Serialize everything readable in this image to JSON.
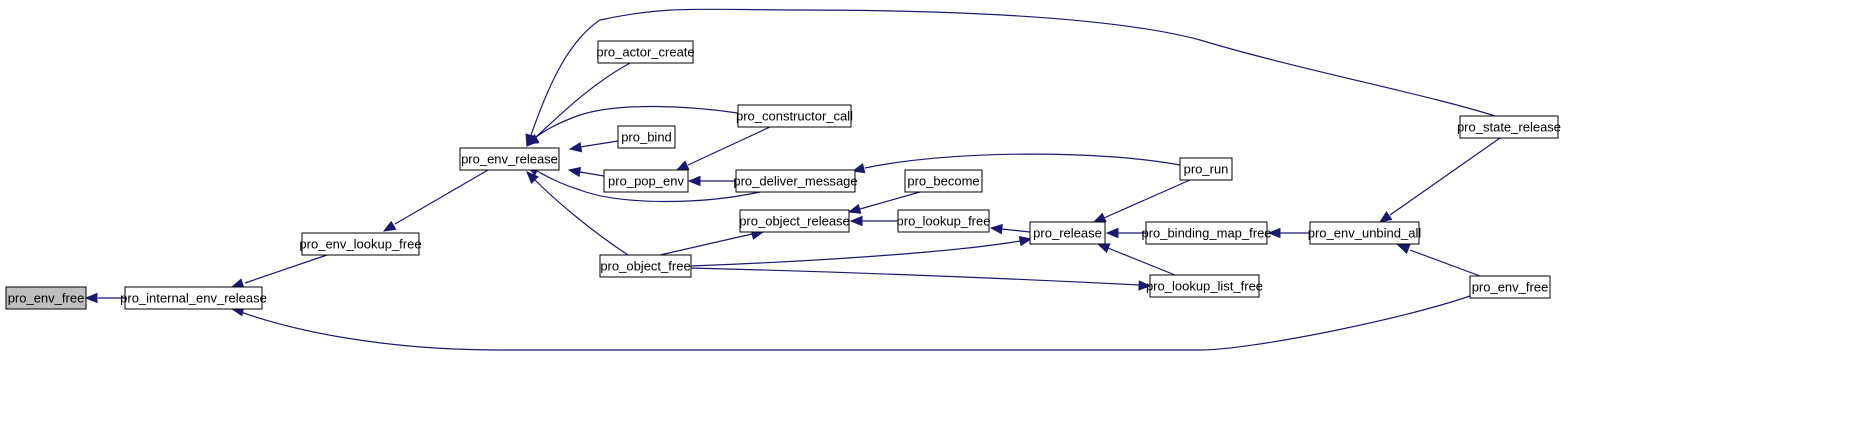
{
  "colors": {
    "edge": "#191970",
    "node_fill": "#ffffff",
    "node_fill_highlight": "#bfbfbf",
    "node_border": "#000000"
  },
  "nodes": [
    {
      "id": "pro_env_free_root",
      "label": "pro_env_free",
      "highlight": true
    },
    {
      "id": "pro_internal_env_release",
      "label": "pro_internal_env_release"
    },
    {
      "id": "pro_env_lookup_free",
      "label": "pro_env_lookup_free"
    },
    {
      "id": "pro_env_release",
      "label": "pro_env_release"
    },
    {
      "id": "pro_actor_create",
      "label": "pro_actor_create"
    },
    {
      "id": "pro_constructor_call",
      "label": "pro_constructor_call"
    },
    {
      "id": "pro_bind",
      "label": "pro_bind"
    },
    {
      "id": "pro_pop_env",
      "label": "pro_pop_env"
    },
    {
      "id": "pro_deliver_message",
      "label": "pro_deliver_message"
    },
    {
      "id": "pro_become",
      "label": "pro_become"
    },
    {
      "id": "pro_object_release",
      "label": "pro_object_release"
    },
    {
      "id": "pro_lookup_free",
      "label": "pro_lookup_free"
    },
    {
      "id": "pro_object_free",
      "label": "pro_object_free"
    },
    {
      "id": "pro_run",
      "label": "pro_run"
    },
    {
      "id": "pro_release",
      "label": "pro_release"
    },
    {
      "id": "pro_binding_map_free",
      "label": "pro_binding_map_free"
    },
    {
      "id": "pro_lookup_list_free",
      "label": "pro_lookup_list_free"
    },
    {
      "id": "pro_env_unbind_all",
      "label": "pro_env_unbind_all"
    },
    {
      "id": "pro_state_release",
      "label": "pro_state_release"
    },
    {
      "id": "pro_env_free_right",
      "label": "pro_env_free"
    }
  ],
  "edges": [
    {
      "from": "pro_internal_env_release",
      "to": "pro_env_free_root"
    },
    {
      "from": "pro_env_lookup_free",
      "to": "pro_internal_env_release"
    },
    {
      "from": "pro_env_free_right",
      "to": "pro_internal_env_release"
    },
    {
      "from": "pro_env_release",
      "to": "pro_env_lookup_free"
    },
    {
      "from": "pro_actor_create",
      "to": "pro_env_release"
    },
    {
      "from": "pro_constructor_call",
      "to": "pro_env_release"
    },
    {
      "from": "pro_bind",
      "to": "pro_env_release"
    },
    {
      "from": "pro_pop_env",
      "to": "pro_env_release"
    },
    {
      "from": "pro_deliver_message",
      "to": "pro_env_release"
    },
    {
      "from": "pro_object_free",
      "to": "pro_env_release"
    },
    {
      "from": "pro_state_release",
      "to": "pro_env_release"
    },
    {
      "from": "pro_constructor_call",
      "to": "pro_pop_env"
    },
    {
      "from": "pro_deliver_message",
      "to": "pro_pop_env"
    },
    {
      "from": "pro_run",
      "to": "pro_deliver_message"
    },
    {
      "from": "pro_become",
      "to": "pro_object_release"
    },
    {
      "from": "pro_object_free",
      "to": "pro_object_release"
    },
    {
      "from": "pro_lookup_free",
      "to": "pro_object_release"
    },
    {
      "from": "pro_release",
      "to": "pro_lookup_free"
    },
    {
      "from": "pro_object_free",
      "to": "pro_release"
    },
    {
      "from": "pro_run",
      "to": "pro_release"
    },
    {
      "from": "pro_binding_map_free",
      "to": "pro_release"
    },
    {
      "from": "pro_lookup_list_free",
      "to": "pro_release"
    },
    {
      "from": "pro_object_free",
      "to": "pro_lookup_list_free"
    },
    {
      "from": "pro_env_unbind_all",
      "to": "pro_binding_map_free"
    },
    {
      "from": "pro_state_release",
      "to": "pro_env_unbind_all"
    },
    {
      "from": "pro_env_free_right",
      "to": "pro_env_unbind_all"
    }
  ]
}
